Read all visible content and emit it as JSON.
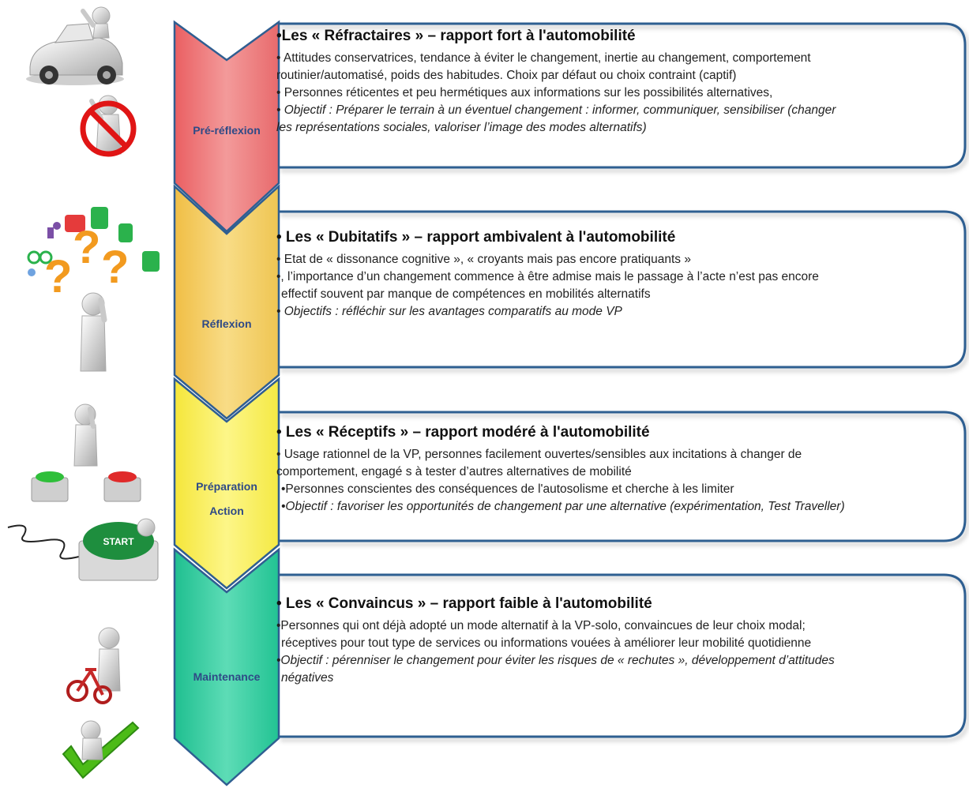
{
  "colors": {
    "stage1": "#ef7b7d",
    "stage2": "#f6d267",
    "stage3": "#fbf060",
    "stage4": "#3dd0a4",
    "box_border": "#2f5e91",
    "stage_label": "#2f4a86"
  },
  "stages": [
    {
      "label": "Pré-réflexion",
      "title": "•Les « Réfractaires » – rapport fort à l'automobilité",
      "lines": [
        "• Attitudes conservatrices, tendance à éviter le changement, inertie au changement, comportement",
        "routinier/automatisé, poids des habitudes. Choix par défaut ou choix contraint (captif)",
        "• Personnes réticentes et peu hermétiques aux informations  sur les possibilités  alternatives,",
        "• Objectif : Préparer le terrain à un éventuel changement : informer, communiquer, sensibiliser (changer",
        "les représentations sociales, valoriser l’image des modes alternatifs)"
      ]
    },
    {
      "label": "Réflexion",
      "title": "• Les « Dubitatifs »  – rapport ambivalent à l'automobilité",
      "lines": [
        "•  Etat de « dissonance cognitive », « croyants mais pas encore pratiquants »",
        "•, l’importance d’un changement commence à être admise  mais le passage à l’acte n’est pas encore",
        "effectif  souvent par manque de compétences en mobilités alternatifs",
        "• Objectifs : réfléchir sur les avantages  comparatifs au mode VP"
      ]
    },
    {
      "label_line1": "Préparation",
      "label_line2": "Action",
      "title": "• Les « Réceptifs » – rapport modéré à l'automobilité",
      "lines": [
        "•  Usage rationnel de la VP, personnes facilement ouvertes/sensibles  aux incitations à changer de",
        "comportement, engagé s à tester d’autres  alternatives de mobilité",
        "•Personnes conscientes des conséquences de l'autosolisme et cherche à les limiter",
        "•Objectif : favoriser les opportunités de changement par une alternative (expérimentation, Test Traveller)"
      ]
    },
    {
      "label": "Maintenance",
      "title": "• Les « Convaincus » – rapport  faible à l'automobilité",
      "lines": [
        "•Personnes qui ont déjà adopté un mode alternatif à la VP-solo, convaincues de leur choix modal;",
        "réceptives pour tout type de services ou informations vouées à améliorer leur mobilité quotidienne",
        "•Objectif : pérenniser le changement pour éviter les risques de « rechutes », développement d’attitudes",
        "négatives"
      ]
    }
  ],
  "illustrations": {
    "start_button_text": "START"
  }
}
